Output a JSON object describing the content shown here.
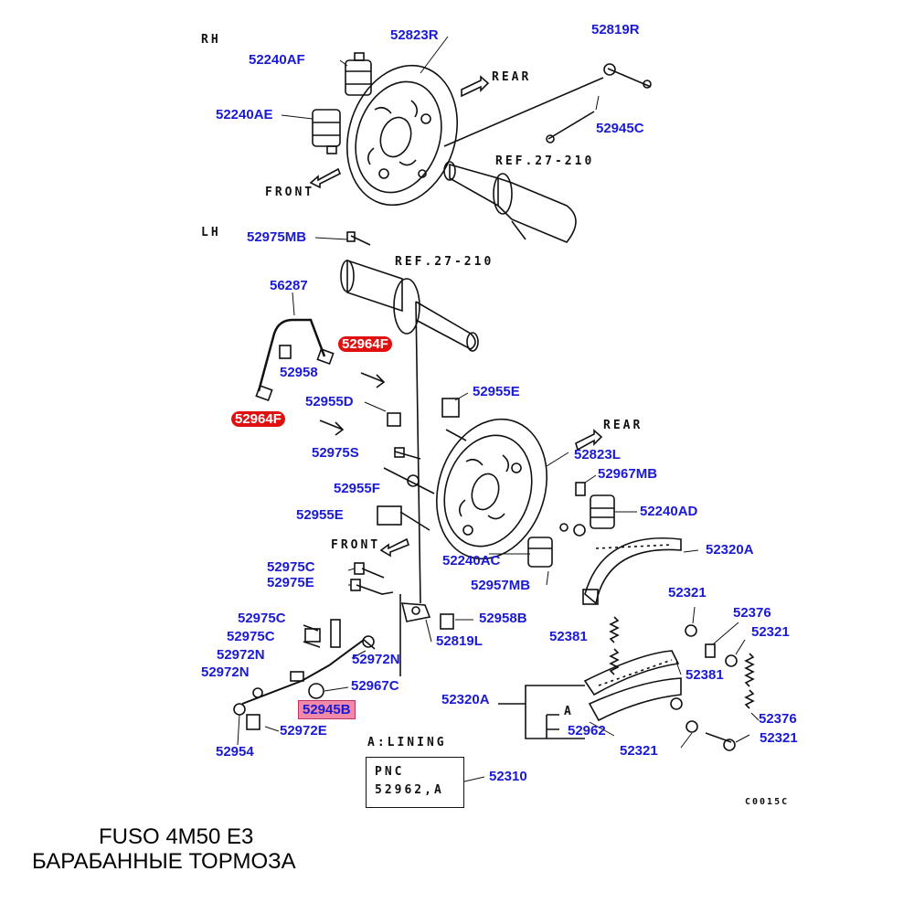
{
  "markers": {
    "rh": "RH",
    "lh": "LH",
    "rear": "REAR",
    "front": "FRONT",
    "a": "A"
  },
  "refs": {
    "ref_top": "REF.27-210",
    "ref_mid": "REF.27-210"
  },
  "parts": {
    "p52823R": "52823R",
    "p52819R": "52819R",
    "p52240AF": "52240AF",
    "p52240AE": "52240AE",
    "p52945C": "52945C",
    "p52975MB": "52975MB",
    "p56287": "56287",
    "p52964F_a": "52964F",
    "p52958": "52958",
    "p52955D": "52955D",
    "p52964F_b": "52964F",
    "p52975S": "52975S",
    "p52955E_a": "52955E",
    "p52823L": "52823L",
    "p52967MB": "52967MB",
    "p52240AD": "52240AD",
    "p52955F": "52955F",
    "p52955E_b": "52955E",
    "p52320A_a": "52320A",
    "p52240AC": "52240AC",
    "p52957MB": "52957MB",
    "p52975C_a": "52975C",
    "p52975E": "52975E",
    "p52321_a": "52321",
    "p52376_a": "52376",
    "p52958B": "52958B",
    "p52975C_b": "52975C",
    "p52975C_c": "52975C",
    "p52819L": "52819L",
    "p52381_a": "52381",
    "p52321_b": "52321",
    "p52972N_a": "52972N",
    "p52972N_b": "52972N",
    "p52381_b": "52381",
    "p52972N_c": "52972N",
    "p52967C": "52967C",
    "p52320A_b": "52320A",
    "p52945B": "52945B",
    "p52376_b": "52376",
    "p52962": "52962",
    "p52321_c": "52321",
    "p52972E": "52972E",
    "p52321_d": "52321",
    "p52954": "52954",
    "p52310": "52310"
  },
  "lining": {
    "title": "A:LINING",
    "pnc_label": "PNC",
    "pnc_value": "52962,A"
  },
  "code": "C0015C",
  "footer": {
    "line1": "FUSO 4M50 E3",
    "line2": "БАРАБАННЫЕ ТОРМОЗА"
  }
}
